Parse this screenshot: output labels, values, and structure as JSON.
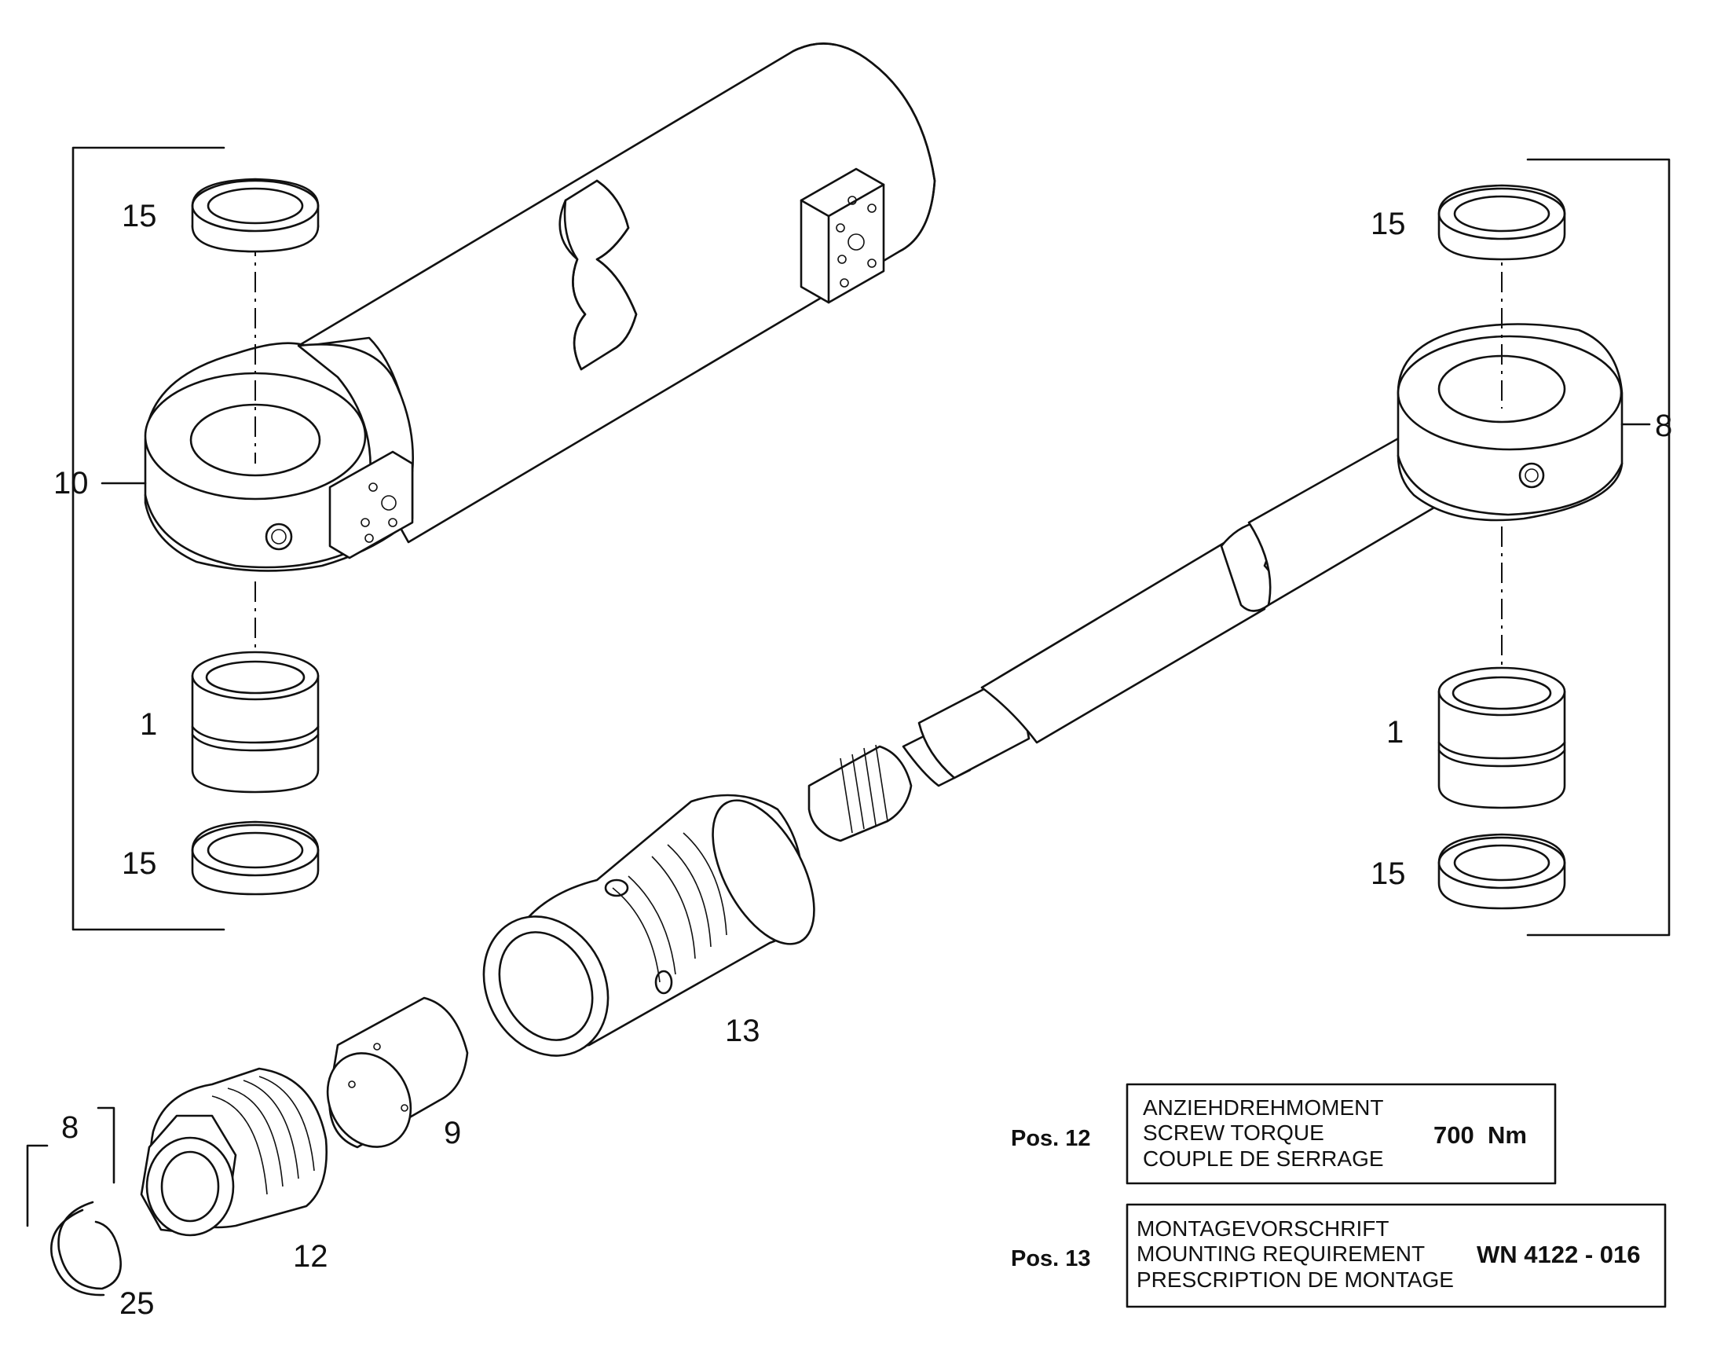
{
  "callouts": {
    "left_top_ring": "15",
    "left_bushing": "1",
    "left_bottom_ring": "15",
    "left_assembly": "10",
    "right_top_ring": "15",
    "right_assembly": "8",
    "right_bushing": "1",
    "right_bottom_ring": "15",
    "piston": "13",
    "sleeve": "9",
    "nut": "12",
    "clip_bracket": "8",
    "clip": "25"
  },
  "torque_box": {
    "pos_label": "Pos. 12",
    "line1": "ANZIEHDREHMOMENT",
    "line2": "SCREW TORQUE",
    "line3": "COUPLE DE SERRAGE",
    "value": "700  Nm"
  },
  "mounting_box": {
    "pos_label": "Pos. 13",
    "line1": "MONTAGEVORSCHRIFT",
    "line2": "MOUNTING REQUIREMENT",
    "line3": "PRESCRIPTION DE MONTAGE",
    "value": "WN 4122 - 016"
  }
}
